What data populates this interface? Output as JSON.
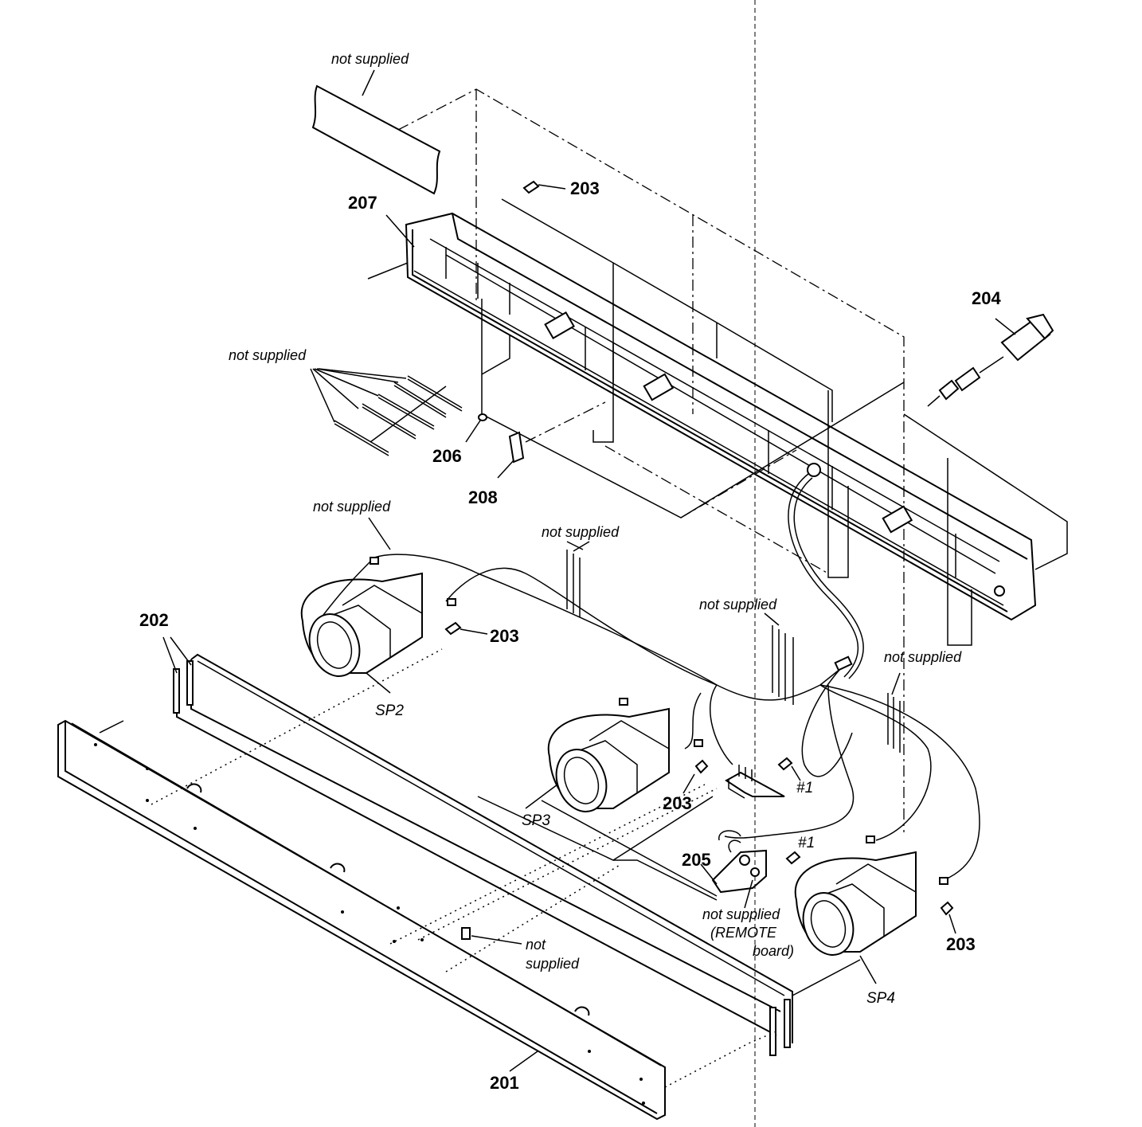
{
  "labels": {
    "not_supplied": "not supplied",
    "not": "not",
    "supplied": "supplied",
    "remote_open": "(REMOTE",
    "remote_board": "board)",
    "p201": "201",
    "p202": "202",
    "p203": "203",
    "p204": "204",
    "p205": "205",
    "p206": "206",
    "p207": "207",
    "p208": "208",
    "sp2": "SP2",
    "sp3": "SP3",
    "sp4": "SP4",
    "screw_1": "#1"
  }
}
